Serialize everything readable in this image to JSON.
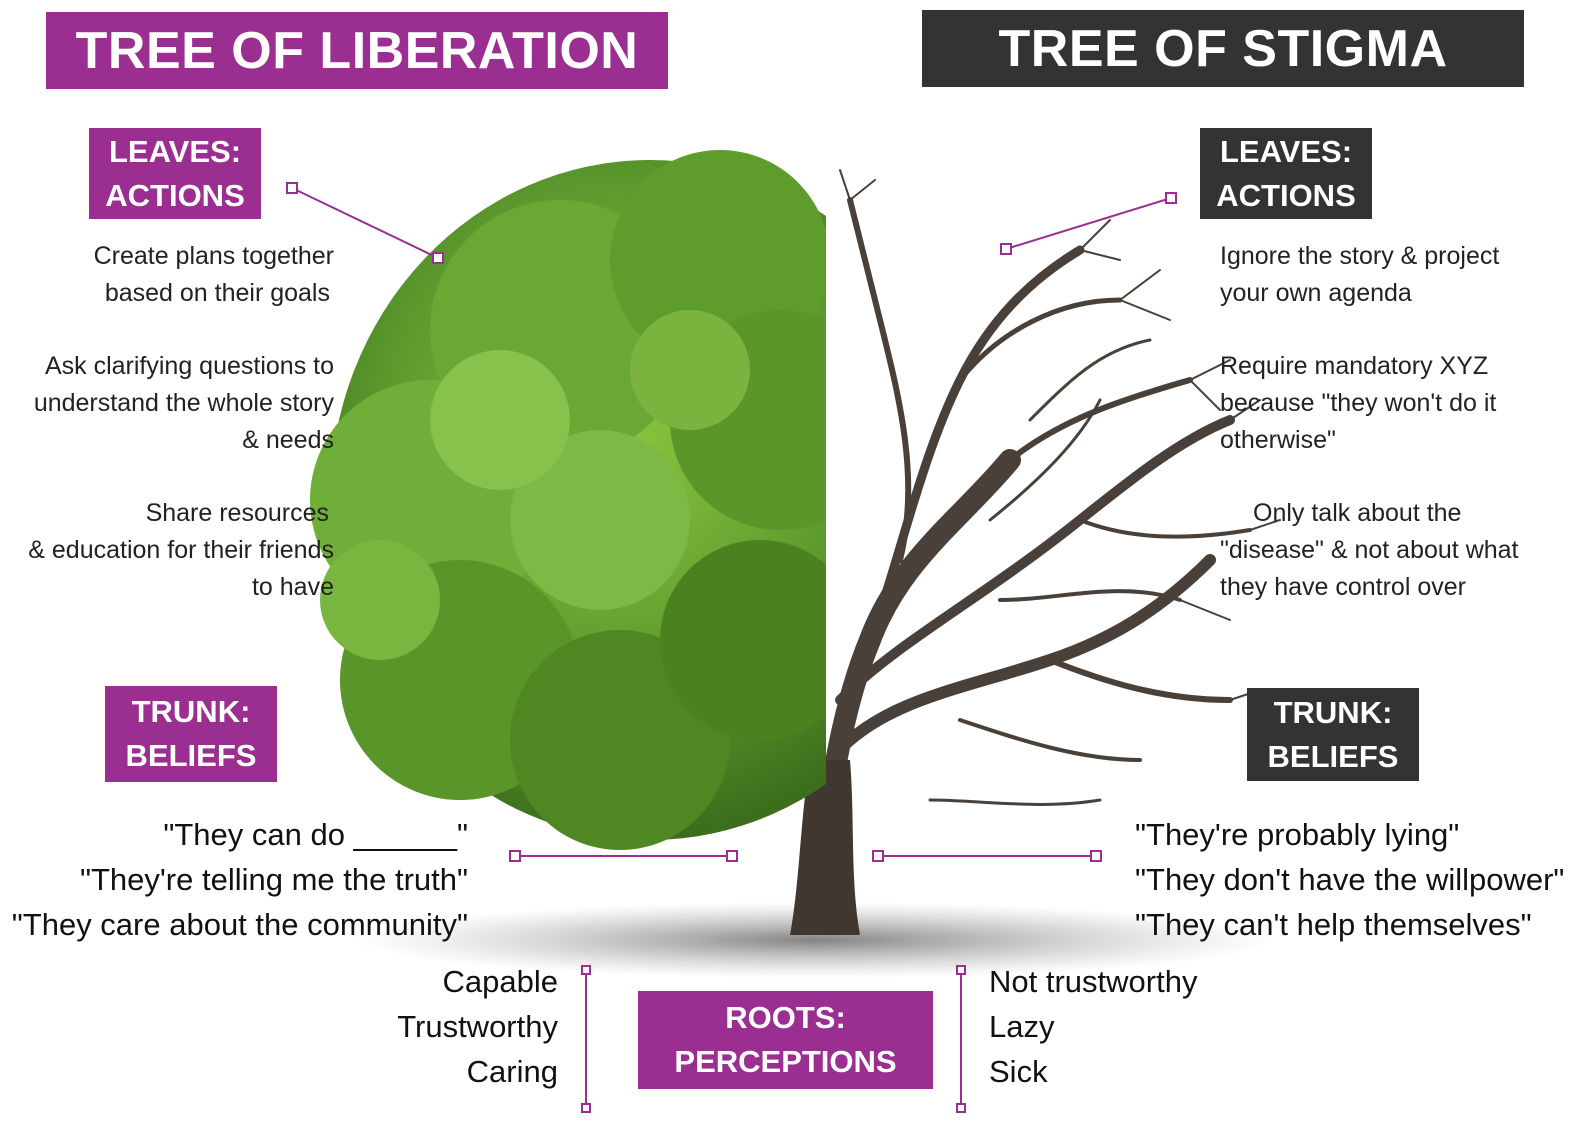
{
  "liberation": {
    "title": "TREE OF LIBERATION",
    "leaves_label": [
      "LEAVES:",
      "ACTIONS"
    ],
    "actions": [
      [
        "Create plans together",
        "based on their goals"
      ],
      [
        "Ask clarifying questions to",
        "understand the whole story",
        "& needs"
      ],
      [
        "Share resources",
        "& education for their friends",
        "to have"
      ]
    ],
    "trunk_label": [
      "TRUNK:",
      "BELIEFS"
    ],
    "beliefs": [
      "\"They can do ______\"",
      "\"They're telling me the truth\"",
      "\"They care about the community\""
    ],
    "perceptions": [
      "Capable",
      "Trustworthy",
      "Caring"
    ]
  },
  "stigma": {
    "title": "TREE OF STIGMA",
    "leaves_label": [
      "LEAVES:",
      "ACTIONS"
    ],
    "actions": [
      [
        "Ignore the story & project",
        "your own agenda"
      ],
      [
        "Require mandatory XYZ",
        "because \"they won't do it",
        "otherwise\""
      ],
      [
        "Only talk about the",
        "\"disease\" & not about what",
        "they have control over"
      ]
    ],
    "trunk_label": [
      "TRUNK:",
      "BELIEFS"
    ],
    "beliefs": [
      "\"They're probably lying\"",
      "\"They don't have the willpower\"",
      "\"They can't help themselves\""
    ],
    "perceptions": [
      "Not trustworthy",
      "Lazy",
      "Sick"
    ]
  },
  "roots_label": [
    "ROOTS:",
    "PERCEPTIONS"
  ],
  "colors": {
    "purple": "#9b2f91",
    "dark": "#333333",
    "leaf_green": "#5c9a2e",
    "bare_branch": "#4a403a"
  },
  "icons": [
    "green-tree-half",
    "bare-tree-half",
    "connector-line"
  ]
}
